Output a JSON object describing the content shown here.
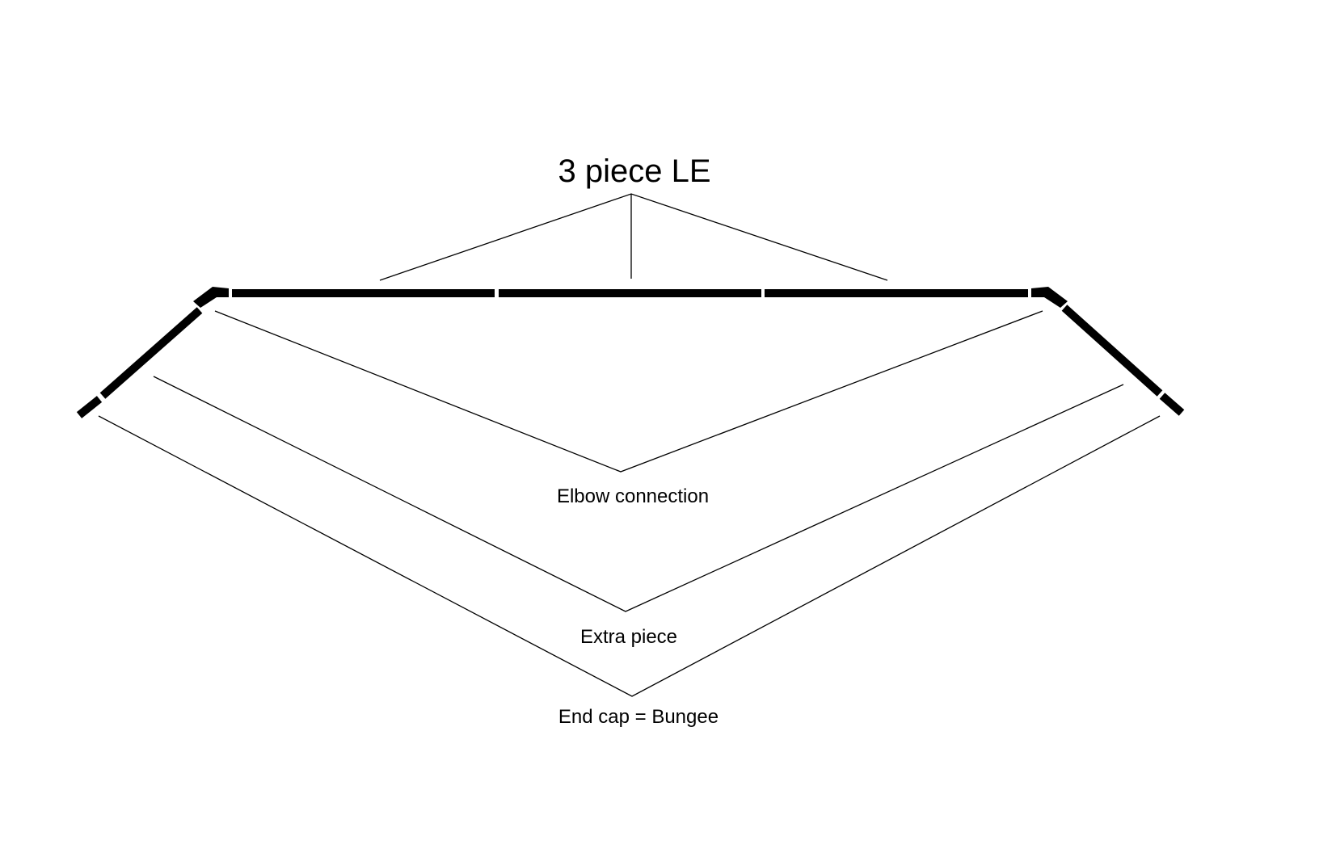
{
  "labels": {
    "title": "3 piece LE",
    "elbow": "Elbow connection",
    "extra": "Extra piece",
    "endcap": "End cap = Bungee"
  },
  "colors": {
    "stroke": "#000000",
    "background": "#ffffff"
  }
}
